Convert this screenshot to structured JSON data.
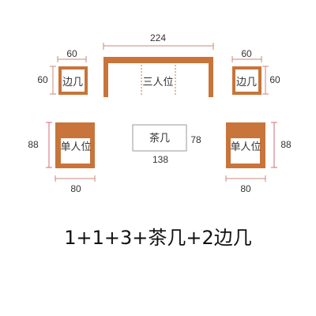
{
  "colors": {
    "wood": "#c8743a",
    "dimension_line": "#c98a7a",
    "text": "#333333",
    "table_border": "#999999"
  },
  "sofa_three": {
    "label": "三人位",
    "width": "224"
  },
  "side_table_left": {
    "label": "边几",
    "width": "60",
    "depth": "60"
  },
  "side_table_right": {
    "label": "边几",
    "width": "60",
    "depth": "60"
  },
  "single_left": {
    "label": "单人位",
    "width": "80",
    "depth": "88"
  },
  "single_right": {
    "label": "单人位",
    "width": "80",
    "depth": "88"
  },
  "coffee_table": {
    "label": "茶几",
    "width": "138",
    "depth": "78"
  },
  "caption": "1+1+3+茶几+2边几"
}
